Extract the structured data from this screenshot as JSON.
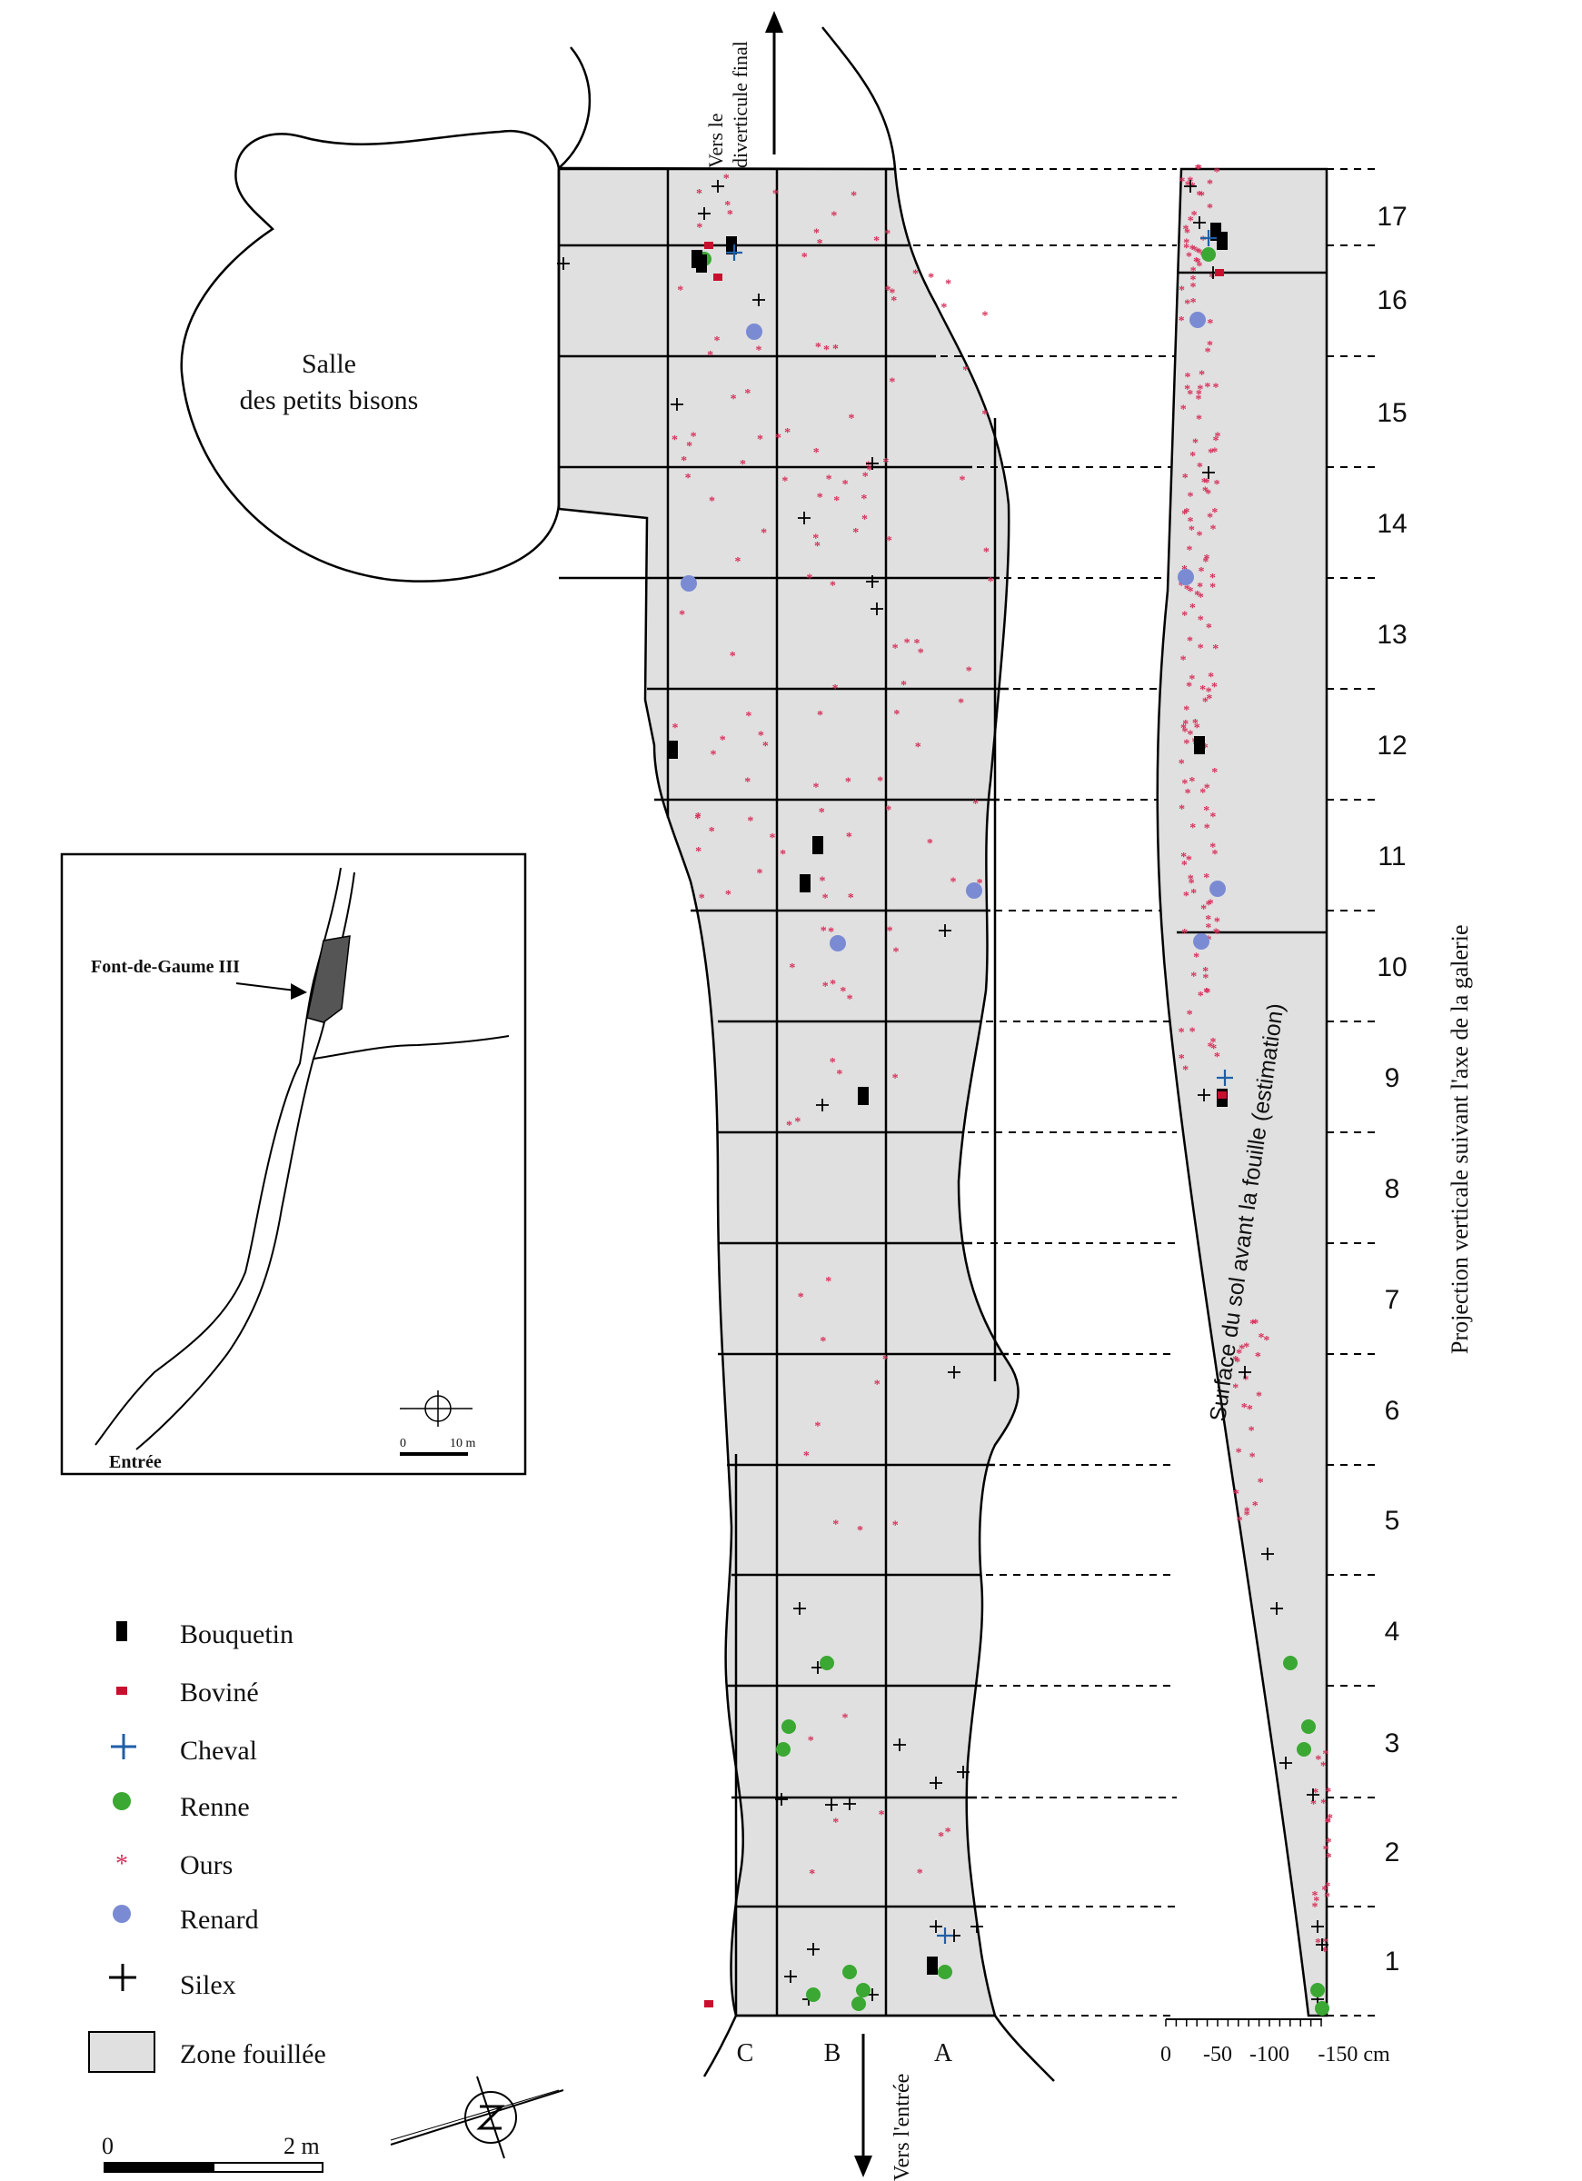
{
  "rooms": {
    "salle_line1": "Salle",
    "salle_line2": "des petits bisons",
    "top_arrow_line1": "Vers le",
    "top_arrow_line2": "diverticule final",
    "bottom_arrow": "Vers l'entrée"
  },
  "columns": [
    "C",
    "B",
    "A"
  ],
  "rows": [
    "1",
    "2",
    "3",
    "4",
    "5",
    "6",
    "7",
    "8",
    "9",
    "10",
    "11",
    "12",
    "13",
    "14",
    "15",
    "16",
    "17"
  ],
  "projection": {
    "axis_title": "Projection verticale suivant l'axe de la galerie",
    "surface_label": "Surface du sol avant la fouille (estimation)",
    "depth_ticks": [
      "0",
      "-50",
      "-100",
      "-150 cm"
    ]
  },
  "inset": {
    "site_label": "Font-de-Gaume III",
    "entrance_label": "Entrée",
    "scale_start": "0",
    "scale_end": "10 m"
  },
  "legend": [
    {
      "key": "bouquetin",
      "label": "Bouquetin",
      "symbol": "black-rect",
      "color": "#000000"
    },
    {
      "key": "bovine",
      "label": "Boviné",
      "symbol": "red-rect",
      "color": "#c8102e"
    },
    {
      "key": "cheval",
      "label": "Cheval",
      "symbol": "blue-plus",
      "color": "#1f5fa8"
    },
    {
      "key": "renne",
      "label": "Renne",
      "symbol": "green-flower",
      "color": "#3aa832"
    },
    {
      "key": "ours",
      "label": "Ours",
      "symbol": "red-asterisk",
      "color": "#d6305a"
    },
    {
      "key": "renard",
      "label": "Renard",
      "symbol": "blue-flower",
      "color": "#7a8bd4"
    },
    {
      "key": "silex",
      "label": "Silex",
      "symbol": "black-plus",
      "color": "#000000"
    },
    {
      "key": "zone",
      "label": "Zone fouillée",
      "symbol": "grey-rect",
      "color": "#e0e0e0"
    }
  ],
  "scale_bar": {
    "start": "0",
    "end": "2 m"
  }
}
